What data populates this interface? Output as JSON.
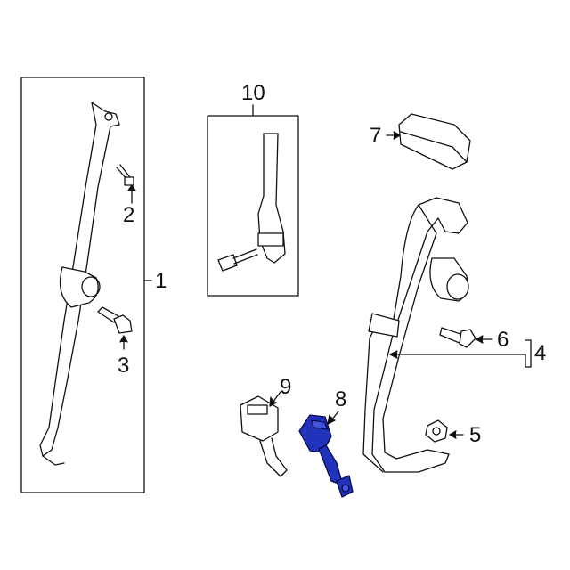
{
  "diagram": {
    "callouts": [
      "1",
      "2",
      "3",
      "4",
      "5",
      "6",
      "7",
      "8",
      "9",
      "10"
    ],
    "highlight_color": "#2233bb"
  }
}
